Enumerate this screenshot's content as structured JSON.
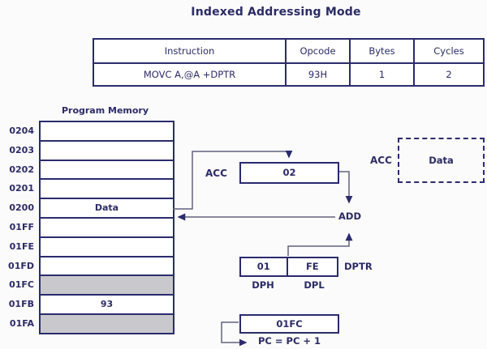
{
  "title": "Indexed Addressing Mode",
  "instruction_table": {
    "headers": [
      "Instruction",
      "Opcode",
      "Bytes",
      "Cycles"
    ],
    "row": {
      "instruction": "MOVC A,@A +DPTR",
      "opcode": "93H",
      "bytes": "1",
      "cycles": "2"
    }
  },
  "program_memory": {
    "label": "Program Memory",
    "rows": [
      {
        "address": "0204",
        "value": "",
        "shaded": false
      },
      {
        "address": "0203",
        "value": "",
        "shaded": false
      },
      {
        "address": "0202",
        "value": "",
        "shaded": false
      },
      {
        "address": "0201",
        "value": "",
        "shaded": false
      },
      {
        "address": "0200",
        "value": "Data",
        "shaded": false
      },
      {
        "address": "01FF",
        "value": "",
        "shaded": false
      },
      {
        "address": "01FE",
        "value": "",
        "shaded": false
      },
      {
        "address": "01FD",
        "value": "",
        "shaded": false
      },
      {
        "address": "01FC",
        "value": "",
        "shaded": true
      },
      {
        "address": "01FB",
        "value": "93",
        "shaded": false
      },
      {
        "address": "01FA",
        "value": "",
        "shaded": true
      }
    ]
  },
  "registers": {
    "acc": {
      "label": "ACC",
      "value": "02"
    },
    "acc_result": {
      "label": "ACC",
      "value": "Data"
    },
    "adder_label": "ADD",
    "dptr": {
      "label": "DPTR",
      "dph": {
        "label": "DPH",
        "value": "01"
      },
      "dpl": {
        "label": "DPL",
        "value": "FE"
      }
    },
    "pc": {
      "value": "01FC",
      "note": "PC = PC + 1"
    }
  },
  "colors": {
    "border_navy": "#2b2b6e",
    "text_navy": "#2b2b66",
    "connector_gray": "#62627e",
    "shaded_row": "#c9c9cd",
    "background": "#fbfbfb"
  }
}
